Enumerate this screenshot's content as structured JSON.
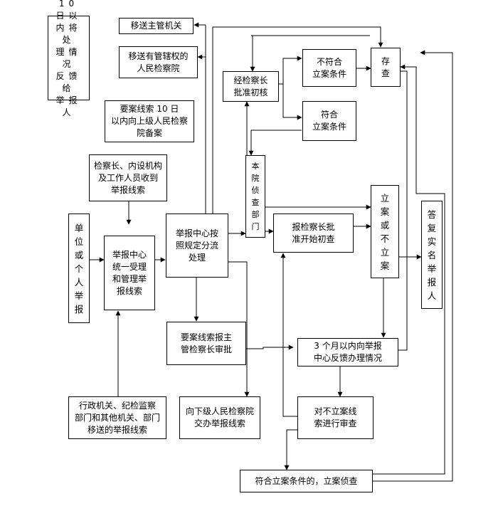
{
  "nodes": {
    "n10day": {
      "lines": [
        "10 日以",
        "内将处",
        "理情况",
        "反馈给",
        "举报人"
      ]
    },
    "transfer": {
      "lines": [
        "移送主管机关"
      ]
    },
    "juris": {
      "lines": [
        "移送有管辖权的",
        "人民检察院"
      ]
    },
    "record": {
      "lines": [
        "要案线索 10 日",
        "以内向上级人民检察",
        "院备案"
      ]
    },
    "procur": {
      "lines": [
        "检察长、内设机构",
        "及工作人员收到",
        "举报线索"
      ]
    },
    "unit": {
      "lines": [
        "单",
        "位",
        "或",
        "个",
        "人",
        "举",
        "报"
      ]
    },
    "center": {
      "lines": [
        "举报中心",
        "统一受理",
        "和管理举",
        "报线索"
      ]
    },
    "divert": {
      "lines": [
        "举报中心按",
        "照规定分流",
        "处理"
      ]
    },
    "admin": {
      "lines": [
        "行政机关、纪检监察",
        "部门和其他机关、部门",
        "移送的举报线索"
      ]
    },
    "keycase": {
      "lines": [
        "要案线索报主",
        "管检察长审批"
      ]
    },
    "lower": {
      "lines": [
        "向下级人民检察院",
        "交办举报线索"
      ]
    },
    "approve": {
      "lines": [
        "经检察长",
        "批准初核"
      ]
    },
    "noncomp": {
      "lines": [
        "不符合",
        "立案条件"
      ]
    },
    "comp": {
      "lines": [
        "符合",
        "立案条件"
      ]
    },
    "archive": {
      "lines": [
        "存",
        "查"
      ]
    },
    "dept": {
      "lines": [
        "本",
        "院",
        "侦",
        "查",
        "部",
        "门"
      ]
    },
    "report": {
      "lines": [
        "报检察长批",
        "准开始初查"
      ]
    },
    "filing": {
      "lines": [
        "立",
        "案",
        "或",
        "不",
        "立",
        "案"
      ]
    },
    "reply": {
      "lines": [
        "答",
        "复",
        "实",
        "名",
        "举",
        "报",
        "人"
      ]
    },
    "feedback": {
      "lines": [
        "3 个月以内向举报",
        "中心反馈办理情况"
      ]
    },
    "review": {
      "lines": [
        "对不立案线",
        "索进行审查"
      ]
    },
    "final": {
      "lines": [
        "符合立案条件的，立案侦查"
      ]
    }
  }
}
